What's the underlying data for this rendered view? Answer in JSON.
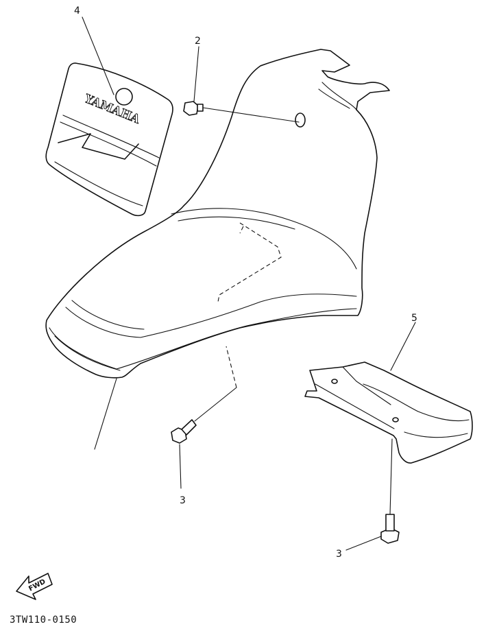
{
  "callouts": {
    "c1": "2",
    "c2": "4",
    "c3": "5",
    "c4": "3",
    "c5": "3"
  },
  "logo_text": "YAMAHA",
  "fwd_label": "FWD",
  "part_code": "3TW110-0150"
}
